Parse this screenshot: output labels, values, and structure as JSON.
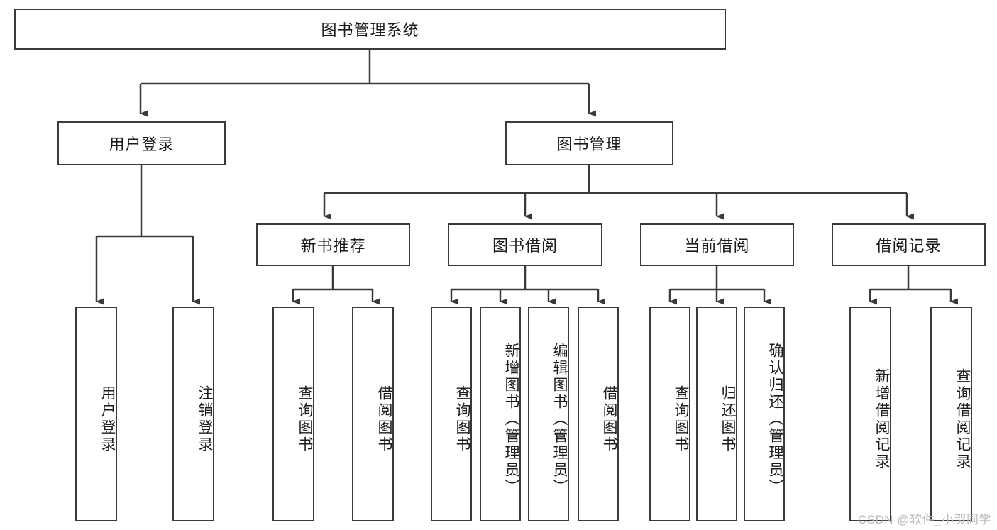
{
  "diagram": {
    "type": "tree-hierarchy-chart",
    "title": "图书管理系统",
    "orientation": "top-down",
    "line_color": "#3a3a3a",
    "box_fill": "#ffffff",
    "watermark": "CSDN @软件_小贺同学"
  },
  "root": {
    "label": "图书管理系统"
  },
  "level1": [
    {
      "label": "用户登录"
    },
    {
      "label": "图书管理"
    }
  ],
  "level2": [
    {
      "label": "新书推荐"
    },
    {
      "label": "图书借阅"
    },
    {
      "label": "当前借阅"
    },
    {
      "label": "借阅记录"
    }
  ],
  "leaves": {
    "user_login": [
      {
        "label": "用户登录"
      },
      {
        "label": "注销登录"
      }
    ],
    "new_book_recommend": [
      {
        "label": "查询图书"
      },
      {
        "label": "借阅图书"
      }
    ],
    "book_borrow": [
      {
        "label": "查询图书"
      },
      {
        "label": "新增图书（管理员）"
      },
      {
        "label": "编辑图书（管理员）"
      },
      {
        "label": "借阅图书"
      }
    ],
    "current_borrow": [
      {
        "label": "查询图书"
      },
      {
        "label": "归还图书"
      },
      {
        "label": "确认归还（管理员）"
      }
    ],
    "borrow_record": [
      {
        "label": "新增借阅记录"
      },
      {
        "label": "查询借阅记录"
      }
    ]
  }
}
